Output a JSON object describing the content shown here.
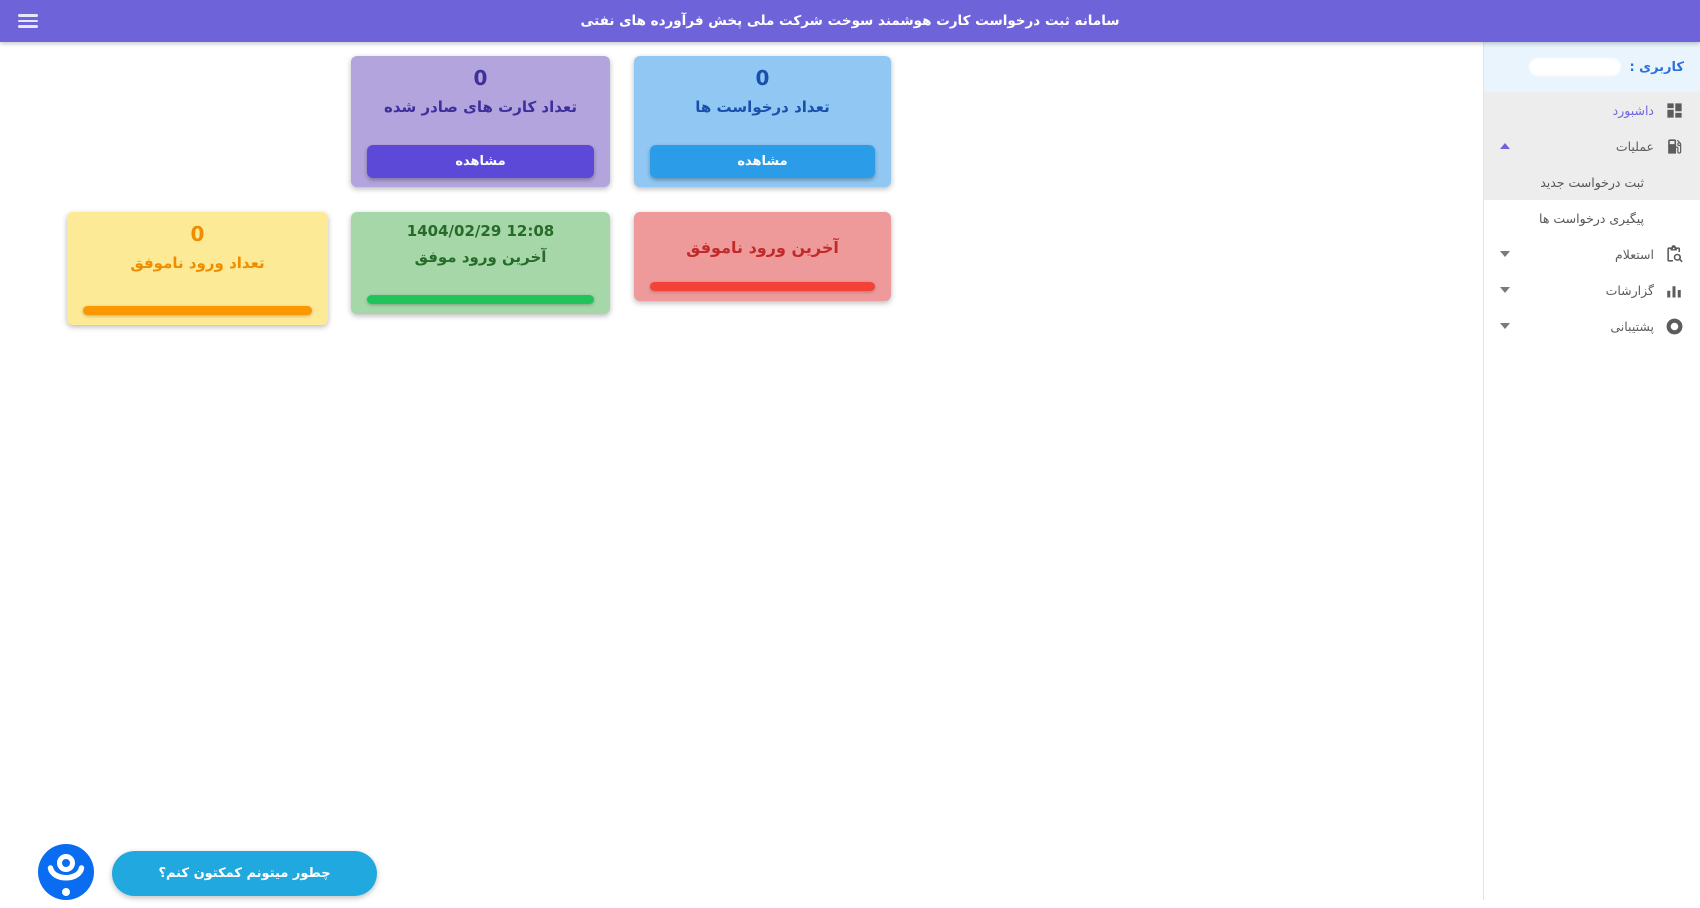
{
  "topbar": {
    "title": "سامانه ثبت درخواست کارت هوشمند سوخت شرکت ملی پخش فرآورده های نفتی"
  },
  "sidebar": {
    "user_label": "کاربری :",
    "items": [
      {
        "label": "داشبورد",
        "icon": "dashboard-icon",
        "active": true
      },
      {
        "label": "عملیات",
        "icon": "fuel-pump-icon",
        "expanded": true
      },
      {
        "label": "ثبت درخواست جدید",
        "submenu": true
      },
      {
        "label": "پیگیری درخواست ها",
        "submenu": true
      },
      {
        "label": "استعلام",
        "icon": "clipboard-search-icon",
        "collapsed": true
      },
      {
        "label": "گزارشات",
        "icon": "bar-chart-icon",
        "collapsed": true
      },
      {
        "label": "پشتیبانی",
        "icon": "lifebuoy-icon",
        "collapsed": true
      }
    ]
  },
  "cards": {
    "issued_cards": {
      "value": "0",
      "label": "تعداد کارت های صادر شده",
      "button": "مشاهده"
    },
    "requests": {
      "value": "0",
      "label": "تعداد درخواست ها",
      "button": "مشاهده"
    },
    "failed_login_count": {
      "value": "0",
      "label": "تعداد ورود ناموفق"
    },
    "last_successful_login": {
      "value": "1404/02/29 12:08",
      "label": "آخرین ورود موفق"
    },
    "last_failed_login": {
      "label": "آخرین ورود ناموفق"
    }
  },
  "chat": {
    "label": "چطور میتونم کمکتون کنم؟"
  },
  "colors": {
    "topbar": "#6f63d9",
    "blue_card": "#90c8f3",
    "blue_button": "#2b9ce8",
    "purple_card": "#b3a4dd",
    "purple_button": "#5c49d8",
    "red_card": "#ee9a9b",
    "red_bar": "#f44336",
    "green_card": "#a6d7a8",
    "green_bar": "#1fc55c",
    "yellow_card": "#fdea96",
    "orange_bar": "#fb9701",
    "chat_bubble": "#21a8de",
    "chat_logo": "#0a6cf0"
  }
}
